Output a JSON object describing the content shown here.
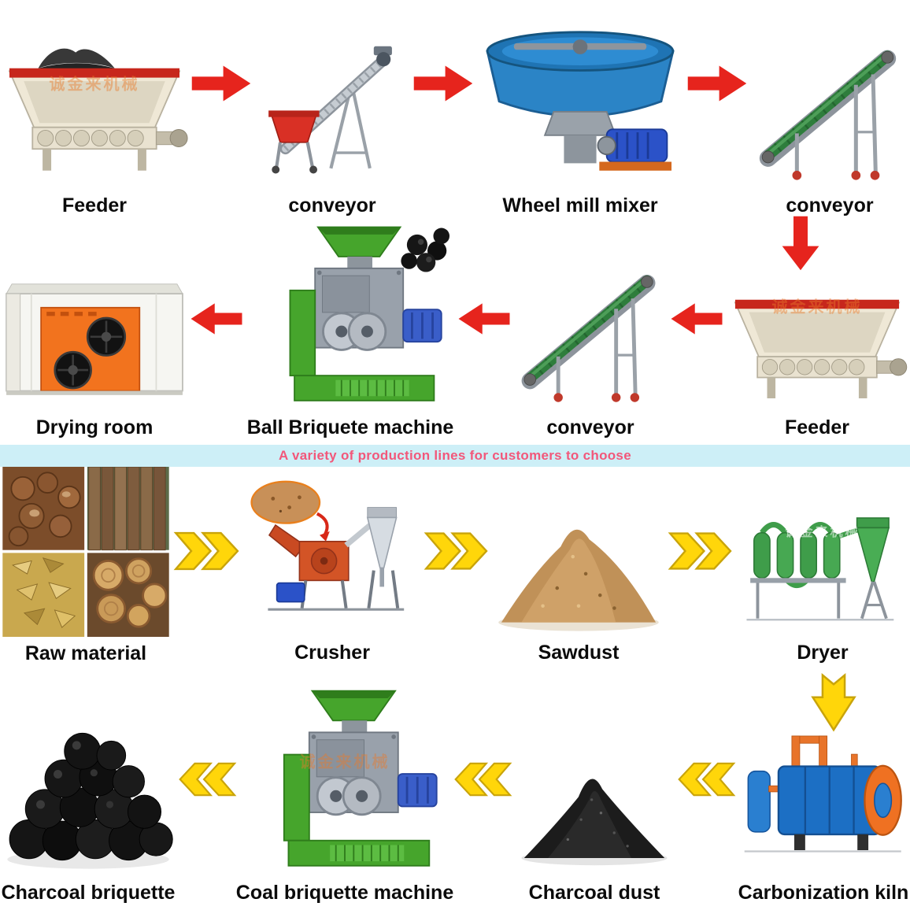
{
  "banner": {
    "text": "A variety of production lines for customers to choose"
  },
  "watermark": {
    "text": "诚金来机械"
  },
  "rows": {
    "r1": [
      {
        "label": "Feeder"
      },
      {
        "label": "conveyor"
      },
      {
        "label": "Wheel mill mixer"
      },
      {
        "label": "conveyor"
      }
    ],
    "r2": [
      {
        "label": "Drying room"
      },
      {
        "label": "Ball Briquete machine"
      },
      {
        "label": "conveyor"
      },
      {
        "label": "Feeder"
      }
    ],
    "r3": [
      {
        "label": "Raw material"
      },
      {
        "label": "Crusher"
      },
      {
        "label": "Sawdust"
      },
      {
        "label": "Dryer"
      }
    ],
    "r4": [
      {
        "label": "Charcoal briquette"
      },
      {
        "label": "Coal briquette machine"
      },
      {
        "label": "Charcoal dust"
      },
      {
        "label": "Carbonization kiln"
      }
    ]
  },
  "colors": {
    "arrow_red": "#e6241d",
    "arrow_yellow": "#ffd60a",
    "arrow_yellow_outline": "#c9a40a",
    "banner_bg": "#cdeff7",
    "banner_text": "#f2577a",
    "machine_green": "#46a52c",
    "mixer_blue": "#2b84c6",
    "kiln_blue": "#1c6fc4",
    "kiln_orange": "#ef7122",
    "label_text": "#0b0b0b"
  }
}
